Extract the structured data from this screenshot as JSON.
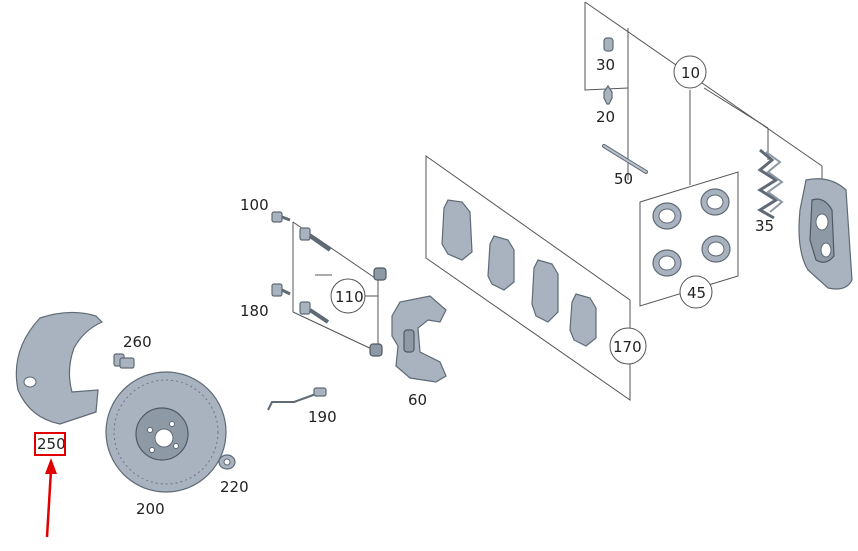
{
  "labels": {
    "p10": "10",
    "p20": "20",
    "p30": "30",
    "p35": "35",
    "p45": "45",
    "p50": "50",
    "p60": "60",
    "p100": "100",
    "p110": "110",
    "p170": "170",
    "p180": "180",
    "p190": "190",
    "p200": "200",
    "p220": "220",
    "p250": "250",
    "p260": "260"
  },
  "highlight": {
    "target": "250",
    "color": "#e00000"
  }
}
